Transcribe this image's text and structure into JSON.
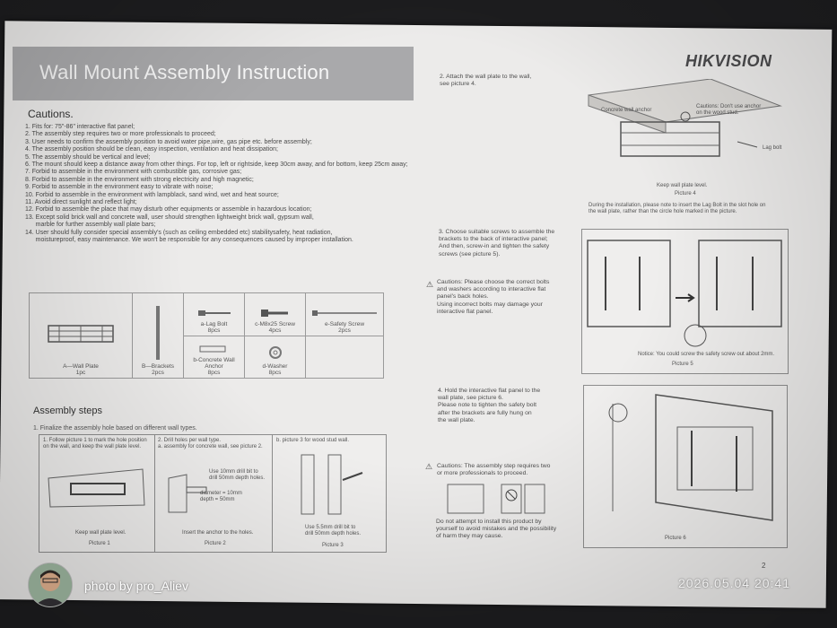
{
  "header": {
    "title": "Wall Mount Assembly Instruction",
    "brand": "HIKVISION"
  },
  "cautions": {
    "heading": "Cautions.",
    "items": [
      "1. Fits for: 75\"-86\" interactive flat panel;",
      "2. The assembly step requires two or more professionals to proceed;",
      "3. User needs to confirm the assembly position to avoid water pipe,wire, gas pipe etc. before assembly;",
      "4. The assembly position should be clean, easy inspection, ventilation and heat dissipation;",
      "5. The assembly should be vertical and level;",
      "6. The mount should keep a distance away from other things. For top, left or rightside, keep 30cm away, and for bottom, keep 25cm away;",
      "7. Forbid to assemble in the environment with combustible gas, corrosive gas;",
      "8. Forbid to assemble in the environment with strong electricity and high magnetic;",
      "9. Forbid to assemble in the environment easy to vibrate with noise;",
      "10. Forbid to assemble in the environment with lampblack, sand wind, wet and heat source;",
      "11. Avoid direct sunlight and reflect light;",
      "12. Forbid to assemble the place that may disturb other equipments or assemble in hazardous location;",
      "13. Except solid brick wall and concrete wall, user should strengthen lightweight brick wall, gypsum wall,",
      "      marble for further assembly wall plate bars;",
      "14. User should fully consider special assembly's (such as ceiling embedded etc) stabilitysafety, heat radiation,",
      "      moistureproof, easy maintenance. We won't be responsible for any consequences caused by improper installation."
    ]
  },
  "parts": {
    "wall_plate": "A—Wall Plate",
    "wall_plate_qty": "1pc",
    "brackets": "B—Brackets",
    "brackets_qty": "2pcs",
    "lag_bolt": "a-Lag Bolt",
    "lag_bolt_qty": "8pcs",
    "m8_screw": "c-M8x25 Screw",
    "m8_screw_qty": "4pcs",
    "safety_screw": "e-Safety Screw",
    "safety_screw_qty": "2pcs",
    "anchor": "b-Concrete Wall Anchor",
    "anchor_qty": "8pcs",
    "washer": "d-Washer",
    "washer_qty": "8pcs"
  },
  "assembly": {
    "heading": "Assembly steps",
    "step1": "1. Finalize the assembly hole based on different wall types.",
    "pic1_text": "1. Follow picture 1 to mark the hole position on the wall, and keep the wall plate level.",
    "pic1_caption_a": "Keep wall plate level.",
    "pic1_caption": "Picture 1",
    "pic2_text": "2. Drill holes per wall type.\na. assembly for concrete wall, see picture 2.",
    "pic2_note": "Use 10mm drill bit to\ndrill 50mm depth holes.",
    "pic2_dims": "diameter = 10mm\ndepth = 50mm",
    "pic2_caption_a": "Insert the anchor to the holes.",
    "pic2_caption": "Picture 2",
    "pic3_text": "b. picture 3 for wood stud wall.",
    "pic3_note": "Use 5.5mm drill bit to\ndrill 50mm depth holes.",
    "pic3_caption": "Picture 3"
  },
  "right": {
    "step2": "2. Attach the wall plate to the wall,\n    see picture 4.",
    "pic4_label_anchor": "Concrete wall anchor",
    "pic4_caution": "Cautions: Don't use anchor\non the wood stud.",
    "pic4_lag": "Lag bolt",
    "pic4_level": "Keep wall plate level.",
    "pic4_caption": "Picture 4",
    "pic4_note": "During the installation, please note to insert the Lag Bolt in the slot hole on\nthe wall plate, rather than the circle hole marked in the picture.",
    "step3": "3. Choose suitable screws to assemble the\n    brackets to the back of interactive panel;\n    And then, screw-in and tighten the safety\n    screws (see picture 5).",
    "caution3": "Cautions: Please choose the correct bolts\nand washers according to interactive flat\npanel's back holes.\nUsing incorrect bolts may damage your\ninteractive flat panel.",
    "pic5_notice": "Notice: You could screw the safety screw out about 2mm.",
    "pic5_caption": "Picture 5",
    "step4": "4. Hold the interactive flat panel to the\n    wall plate, see picture 6.\n    Please note to tighten the safety bolt\n    after the brackets are fully hung on\n    the wall plate.",
    "caution4": "Cautions: The assembly step requires two\nor more professionals to proceed.",
    "caution4b": "Do not attempt to install this product by\nyourself to avoid mistakes and the possibility\nof harm they may cause.",
    "pic6_caption": "Picture 6",
    "page_number": "2"
  },
  "photo": {
    "credit": "photo by pro_Aliev",
    "timestamp": "2026.05.04 20:41"
  }
}
